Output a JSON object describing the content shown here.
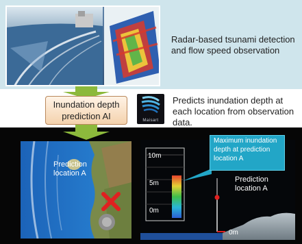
{
  "top": {
    "description": "Radar-based tsunami detection and flow speed observation"
  },
  "ai_box": {
    "label": "Inundation depth prediction AI"
  },
  "logo": {
    "name": "Maisart"
  },
  "middle": {
    "description": "Predicts inundation depth at each location from observation data."
  },
  "map": {
    "location_label": "Prediction location A"
  },
  "chart": {
    "scale_ticks": [
      "10m",
      "5m",
      "0m"
    ],
    "callout": "Maximum inundation depth at prediction location A",
    "prediction_label": "Prediction location A",
    "ground_zero_label": "0m"
  },
  "colors": {
    "top_band": "#cfe5ec",
    "arrow_green": "#8cb93c",
    "ai_box_border": "#b9875a",
    "callout_blue": "#22a6c7",
    "marker_red": "#e02020"
  }
}
